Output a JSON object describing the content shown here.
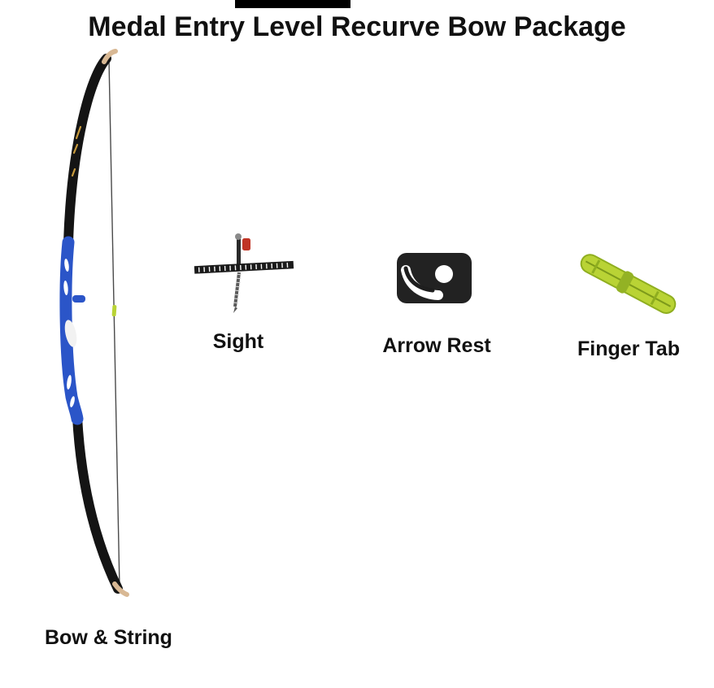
{
  "page": {
    "title": "Medal Entry Level Recurve Bow Package"
  },
  "labels": {
    "bow": "Bow & String",
    "sight": "Sight",
    "arrow_rest": "Arrow Rest",
    "finger_tab": "Finger Tab"
  },
  "colors": {
    "background": "#ffffff",
    "text": "#111111",
    "bow_limb_black": "#141414",
    "bow_riser_blue": "#2b55c8",
    "bow_tip_tan": "#d8b894",
    "bow_string_gray": "#4a4a4a",
    "grip_white": "#f2f2f2",
    "brand_gold": "#c89a3c",
    "sight_body_black": "#1b1b1b",
    "sight_knob_red": "#c03425",
    "arrow_rest_black": "#222222",
    "finger_tab_green": "#b9d335",
    "finger_tab_green_dark": "#8fae1f"
  }
}
